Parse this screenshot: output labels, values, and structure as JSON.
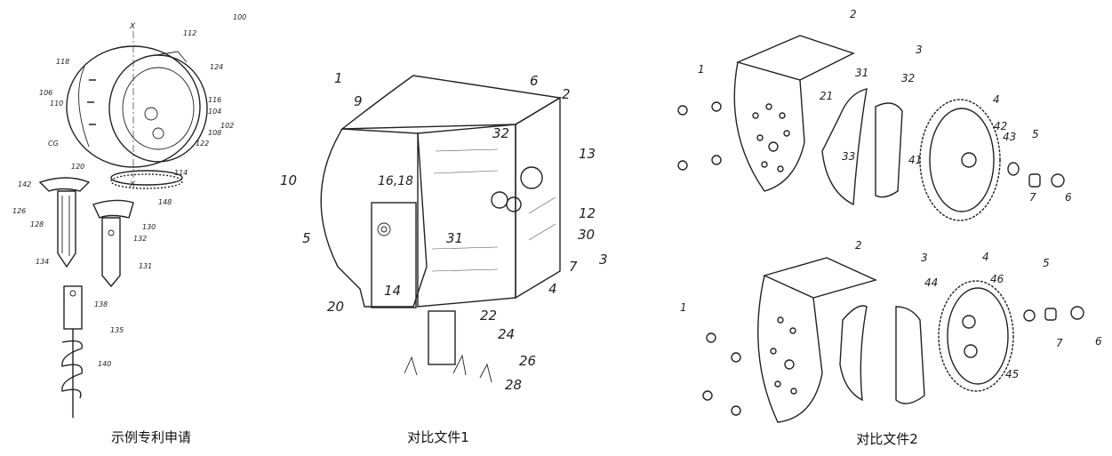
{
  "panels": [
    {
      "caption": "示例专利申请",
      "refs": [
        "100",
        "X",
        "112",
        "118",
        "124",
        "106",
        "110",
        "116",
        "104",
        "102",
        "108",
        "CG",
        "122",
        "120",
        "114",
        "X",
        "142",
        "148",
        "126",
        "128",
        "130",
        "132",
        "134",
        "131",
        "138",
        "135",
        "140"
      ]
    },
    {
      "caption": "对比文件1",
      "refs": [
        "1",
        "6",
        "2",
        "9",
        "32",
        "13",
        "10",
        "16,18",
        "12",
        "5",
        "31",
        "30",
        "3",
        "7",
        "4",
        "14",
        "20",
        "22",
        "24",
        "26",
        "28"
      ]
    },
    {
      "caption": "对比文件2",
      "refs": [
        "2",
        "1",
        "3",
        "31",
        "32",
        "21",
        "4",
        "42",
        "43",
        "5",
        "33",
        "41",
        "7",
        "6",
        "2",
        "3",
        "1",
        "44",
        "4",
        "46",
        "5",
        "7",
        "6",
        "45"
      ]
    }
  ]
}
